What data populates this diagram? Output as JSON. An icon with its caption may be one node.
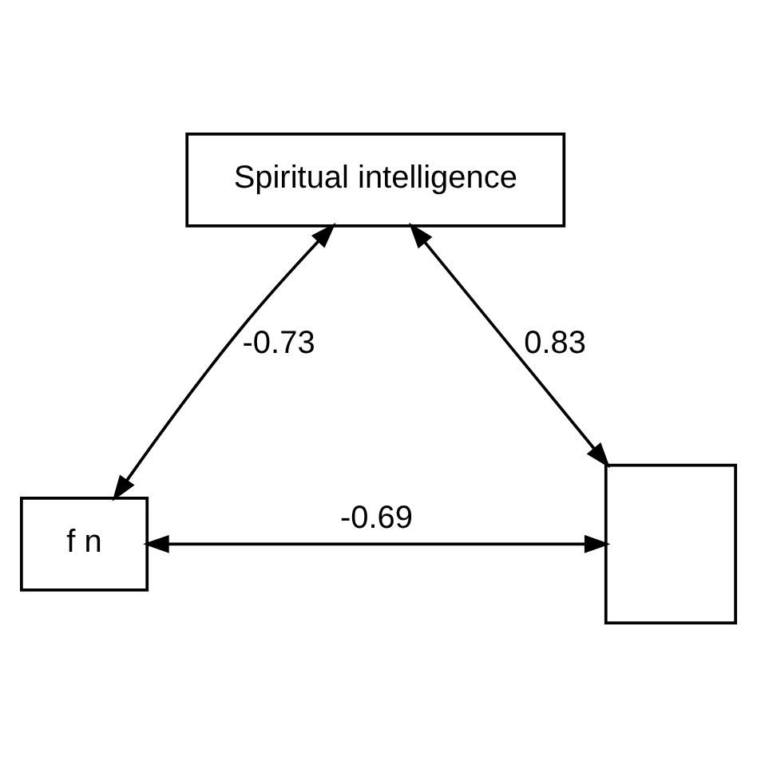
{
  "diagram": {
    "nodes": [
      {
        "text": [
          "Spiritual intelligence"
        ]
      },
      {
        "text": [
          "f n"
        ]
      },
      {
        "text": [],
        "shape": "box"
      }
    ],
    "edges": [
      {
        "from": 0,
        "to": 1,
        "arrow": "both",
        "label": "-0.73"
      },
      {
        "from": 0,
        "to": 2,
        "arrow": "both",
        "label": "0.83"
      },
      {
        "from": 1,
        "to": 2,
        "arrow": "both",
        "label": "-0.69"
      }
    ]
  }
}
